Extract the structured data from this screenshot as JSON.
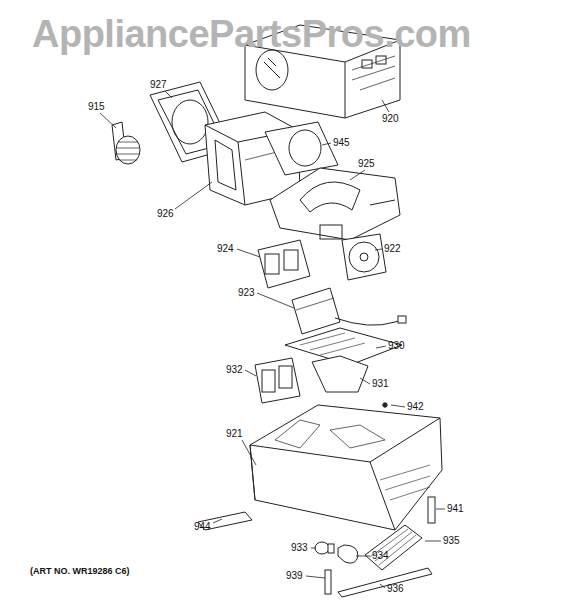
{
  "diagram": {
    "labels": [
      "AppliancePartsPros.com",
      "915",
      "927",
      "920",
      "945",
      "925",
      "926",
      "924",
      "922",
      "923",
      "930",
      "932",
      "931",
      "942",
      "921",
      "941",
      "944",
      "933",
      "935",
      "934",
      "939",
      "936",
      "(ART NO. WR19286 C6)"
    ]
  }
}
